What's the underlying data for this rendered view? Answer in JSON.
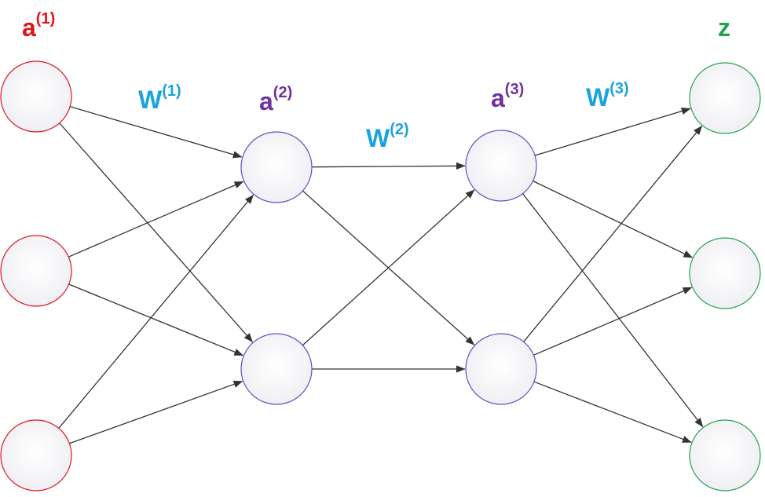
{
  "diagram": {
    "type": "feed-forward neural network",
    "layers": [
      {
        "id": "layer1",
        "label": "a",
        "superscript": "(1)",
        "color": "#e0151c",
        "node_count": 3,
        "node_fill": "#f5f5f8",
        "node_stroke": "#e0151c"
      },
      {
        "id": "layer2",
        "label": "a",
        "superscript": "(2)",
        "color": "#7030a0",
        "node_count": 2,
        "node_fill": "#f5f5f8",
        "node_stroke": "#5b4fc4"
      },
      {
        "id": "layer3",
        "label": "a",
        "superscript": "(3)",
        "color": "#7030a0",
        "node_count": 2,
        "node_fill": "#f5f5f8",
        "node_stroke": "#5b4fc4"
      },
      {
        "id": "output",
        "label": "z",
        "superscript": "",
        "color": "#22a34a",
        "node_count": 3,
        "node_fill": "#f5f5f8",
        "node_stroke": "#22a34a"
      }
    ],
    "weights": [
      {
        "id": "w1",
        "label": "W",
        "superscript": "(1)",
        "color": "#1aa3dc"
      },
      {
        "id": "w2",
        "label": "W",
        "superscript": "(2)",
        "color": "#1aa3dc"
      },
      {
        "id": "w3",
        "label": "W",
        "superscript": "(3)",
        "color": "#1aa3dc"
      }
    ],
    "connections": "fully connected between adjacent layers",
    "edge_color": "#333333"
  }
}
